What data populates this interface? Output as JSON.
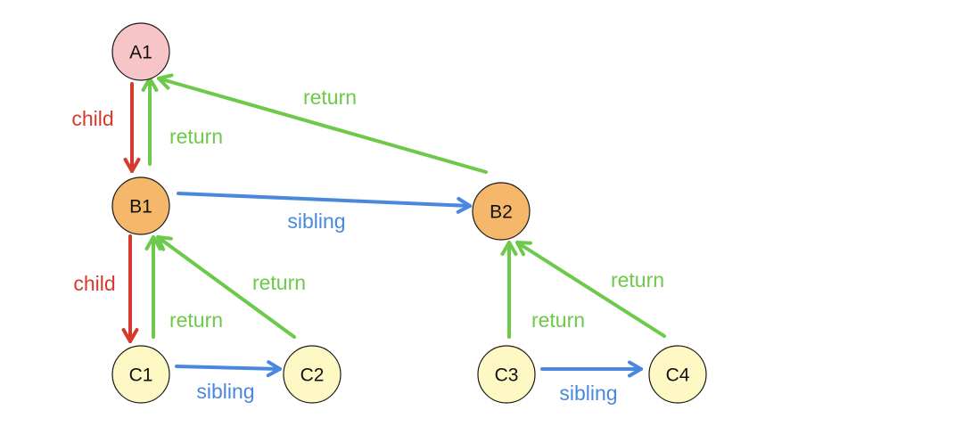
{
  "colors": {
    "child": "#d63a2f",
    "return": "#6cc94a",
    "sibling": "#4a88dd",
    "node_stroke": "#1a1a1a",
    "node_root_fill": "#f7c4c8",
    "node_mid_fill": "#f5b86a",
    "node_leaf_fill": "#fdf8c4"
  },
  "nodes": [
    {
      "id": "A1",
      "label": "A1",
      "level": "root"
    },
    {
      "id": "B1",
      "label": "B1",
      "level": "mid"
    },
    {
      "id": "B2",
      "label": "B2",
      "level": "mid"
    },
    {
      "id": "C1",
      "label": "C1",
      "level": "leaf"
    },
    {
      "id": "C2",
      "label": "C2",
      "level": "leaf"
    },
    {
      "id": "C3",
      "label": "C3",
      "level": "leaf"
    },
    {
      "id": "C4",
      "label": "C4",
      "level": "leaf"
    }
  ],
  "edges": [
    {
      "id": "A1-B1-child",
      "from": "A1",
      "to": "B1",
      "kind": "child",
      "label": "child"
    },
    {
      "id": "B1-A1-return",
      "from": "B1",
      "to": "A1",
      "kind": "return",
      "label": "return"
    },
    {
      "id": "B2-A1-return",
      "from": "B2",
      "to": "A1",
      "kind": "return",
      "label": "return"
    },
    {
      "id": "B1-B2-sibling",
      "from": "B1",
      "to": "B2",
      "kind": "sibling",
      "label": "sibling"
    },
    {
      "id": "B1-C1-child",
      "from": "B1",
      "to": "C1",
      "kind": "child",
      "label": "child"
    },
    {
      "id": "C1-B1-return",
      "from": "C1",
      "to": "B1",
      "kind": "return",
      "label": "return"
    },
    {
      "id": "C2-B1-return",
      "from": "C2",
      "to": "B1",
      "kind": "return",
      "label": "return"
    },
    {
      "id": "C1-C2-sibling",
      "from": "C1",
      "to": "C2",
      "kind": "sibling",
      "label": "sibling"
    },
    {
      "id": "C3-B2-return",
      "from": "C3",
      "to": "B2",
      "kind": "return",
      "label": "return"
    },
    {
      "id": "C4-B2-return",
      "from": "C4",
      "to": "B2",
      "kind": "return",
      "label": "return"
    },
    {
      "id": "C3-C4-sibling",
      "from": "C3",
      "to": "C4",
      "kind": "sibling",
      "label": "sibling"
    }
  ]
}
